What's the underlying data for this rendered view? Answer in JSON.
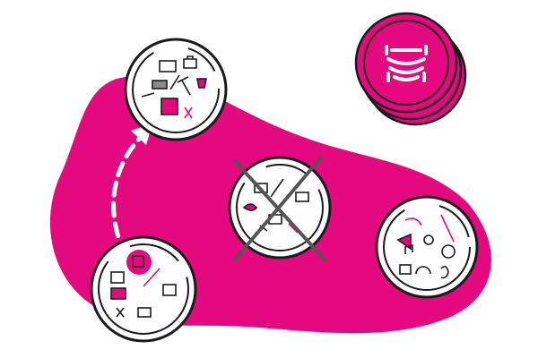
{
  "colors": {
    "accent": "#e5097f",
    "ink": "#1a1a1a",
    "grey": "#8a8a8a",
    "background": "#ffffff",
    "arrow": "#ffffff"
  },
  "coin_stack": {
    "count": 3,
    "logo_icon": "stack-of-bowls-logo-icon"
  },
  "circles": [
    {
      "id": "top-left",
      "state": "active",
      "icons": [
        "certificate-icon",
        "briefcase-icon",
        "pen-icon",
        "battery-icon",
        "hammer-icon",
        "bucket-icon",
        "stamp-icon",
        "document-icon",
        "scissors-icon"
      ]
    },
    {
      "id": "center",
      "state": "crossed",
      "icons": [
        "certificate-icon",
        "pen-icon",
        "hand-icon",
        "book-icon",
        "tool-icon",
        "wrench-icon",
        "document-icon"
      ]
    },
    {
      "id": "bottom-left",
      "state": "start",
      "icons": [
        "cube-icon",
        "book-stack-icon",
        "camera-icon",
        "pen-icon",
        "mask-icon",
        "case-icon",
        "scissors-icon"
      ]
    },
    {
      "id": "right",
      "state": "neutral",
      "icons": [
        "boomerang-icon",
        "brush-icon",
        "megaphone-icon",
        "microphone-icon",
        "lightbulb-icon",
        "headphones-icon",
        "drum-icon",
        "ear-icon",
        "music-icon"
      ]
    }
  ]
}
